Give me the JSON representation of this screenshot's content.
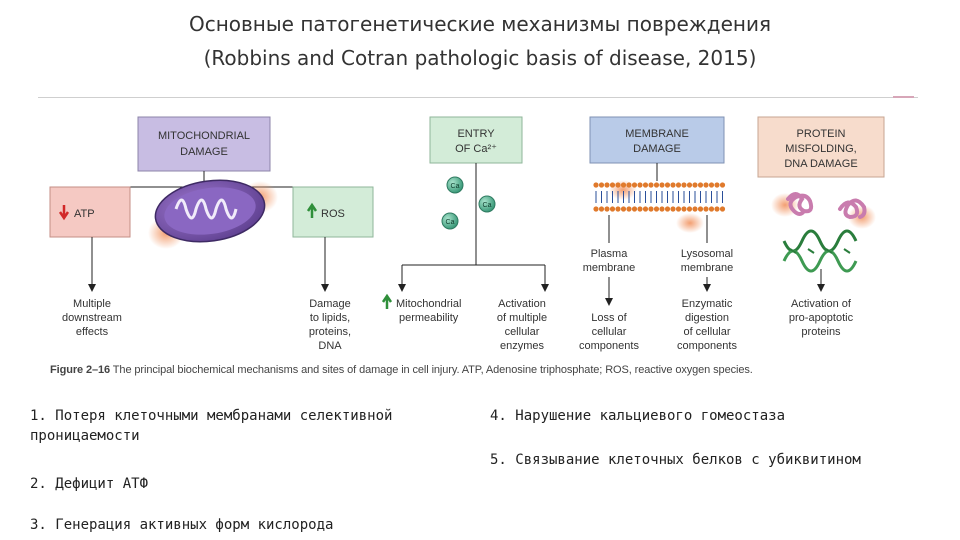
{
  "title": {
    "line1": "Основные патогенетические механизмы повреждения",
    "line2": "(Robbins and Cotran pathologic basis of disease, 2015)"
  },
  "figure": {
    "boxes": {
      "mito": [
        "MITOCHONDRIAL",
        "DAMAGE"
      ],
      "atp": "ATP",
      "ros": "ROS",
      "ca": [
        "ENTRY",
        "OF Ca²⁺"
      ],
      "membrane": [
        "MEMBRANE",
        "DAMAGE"
      ],
      "protein": [
        "PROTEIN",
        "MISFOLDING,",
        "DNA DAMAGE"
      ]
    },
    "ca_ion": "Ca",
    "labels": {
      "plasma": [
        "Plasma",
        "membrane"
      ],
      "lysosomal": [
        "Lysosomal",
        "membrane"
      ]
    },
    "outcomes": {
      "downstream": [
        "Multiple",
        "downstream",
        "effects"
      ],
      "damage_lipids": [
        "Damage",
        "to lipids,",
        "proteins,",
        "DNA"
      ],
      "mito_perm": [
        "Mitochondrial",
        "permeability"
      ],
      "activation_enzymes": [
        "Activation",
        "of multiple",
        "cellular",
        "enzymes"
      ],
      "loss_components": [
        "Loss of",
        "cellular",
        "components"
      ],
      "enzymatic_digestion": [
        "Enzymatic",
        "digestion",
        "of cellular",
        "components"
      ],
      "pro_apoptotic": [
        "Activation of",
        "pro-apoptotic",
        "proteins"
      ]
    },
    "caption_bold": "Figure 2–16",
    "caption_text": " The principal biochemical mechanisms and sites of damage in cell injury. ATP, Adenosine triphosphate; ROS, reactive oxygen species."
  },
  "list": {
    "item1": "1. Потеря клеточными мембранами селективной проницаемости",
    "item2": "2. Дефицит АТФ",
    "item3": "3. Генерация активных форм кислорода",
    "item4": "4. Нарушение кальциевого гомеостаза",
    "item5": "5. Связывание клеточных белков с убиквитином"
  },
  "colors": {
    "mito_box": "#c8bde3",
    "pink_box": "#f5c9c3",
    "green_box": "#d3ecd8",
    "blue_box": "#b9cbe8",
    "peach_box": "#f7dccc",
    "arrow_down_red": "#d22828",
    "arrow_up_green": "#2f8f3a",
    "ion_green": "#4fae8e",
    "lipid_orange": "#e07a2c",
    "lipid_blue": "#2a4f9a"
  }
}
